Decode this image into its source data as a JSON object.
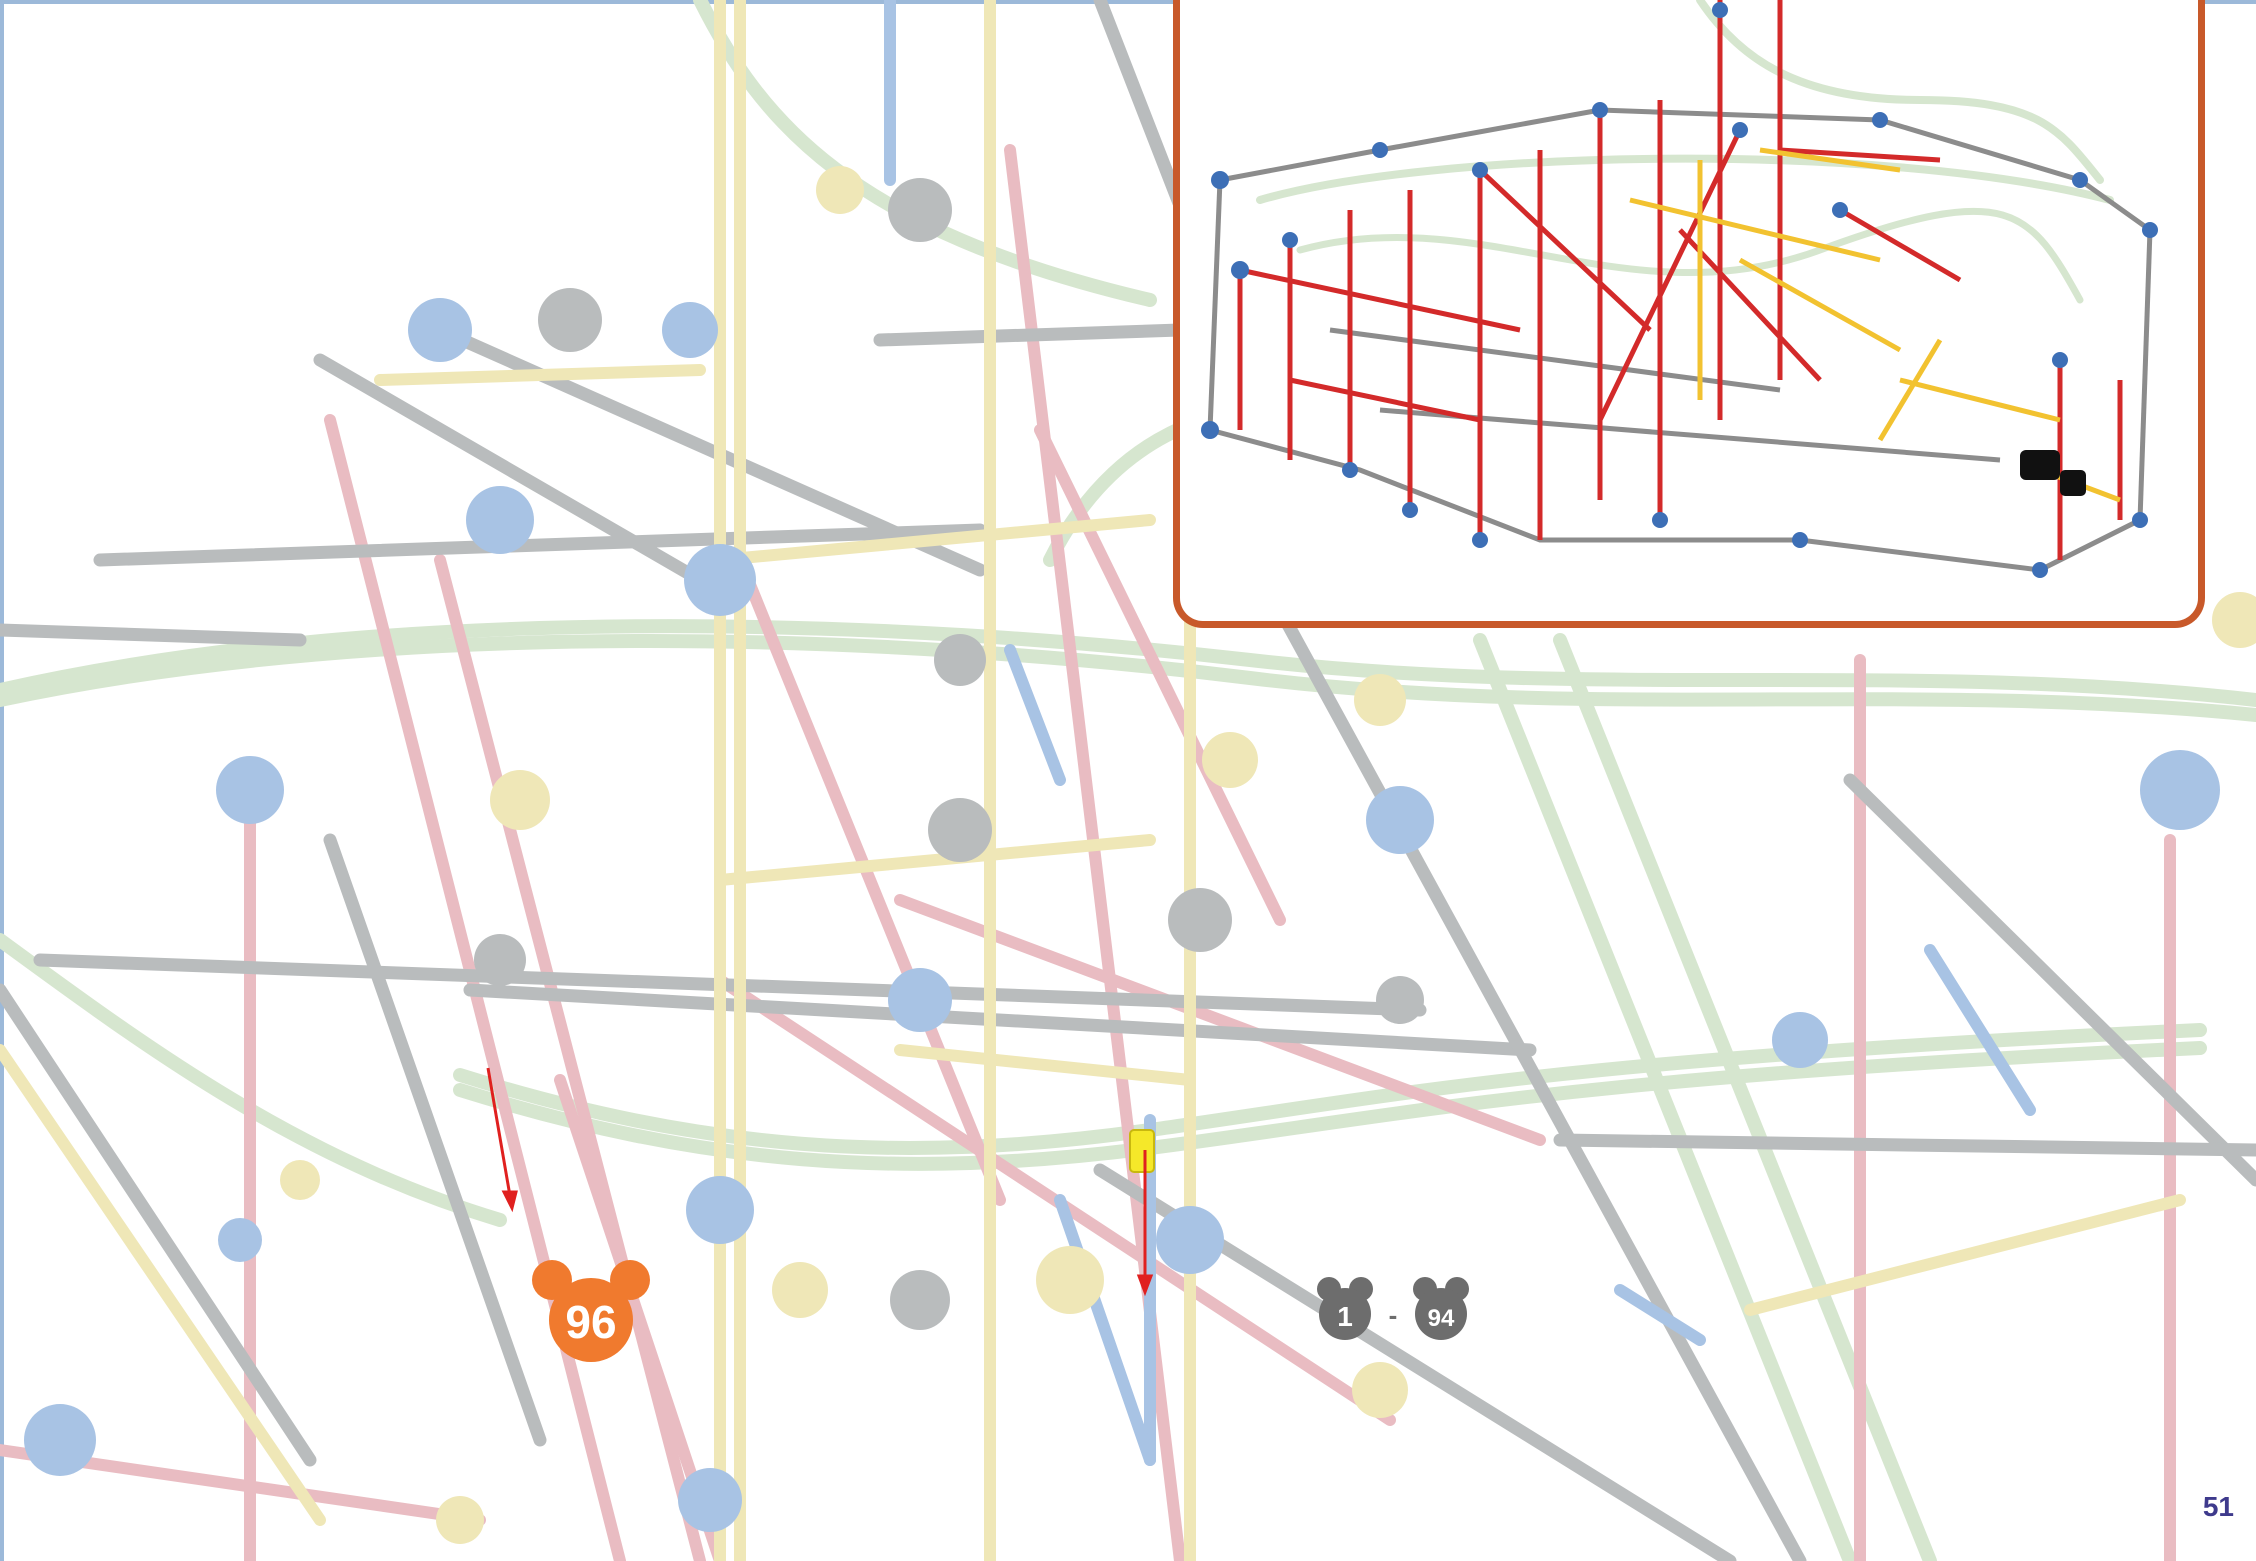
{
  "page": {
    "page_number": "51",
    "frame_color": "#9cb9d9"
  },
  "step": {
    "number": "96",
    "color": "#f07a2e"
  },
  "reference": {
    "range_start": "1",
    "range_end": "94",
    "separator": "-",
    "color": "#6d6d6d"
  },
  "inset": {
    "border_color": "#c8592a"
  },
  "model_colors": {
    "rod_red": "#d32a2a",
    "rod_yellow": "#f2c230",
    "rod_grey": "#8c8c8c",
    "connector_blue": "#3d6fb6",
    "ghost_pink": "#e9bcc2",
    "ghost_blue": "#a8c3e4",
    "ghost_grey": "#b9bcbd",
    "ghost_yellow": "#efe7b7",
    "ghost_green": "#d6e6cf",
    "arrow_red": "#e0201f",
    "new_part_yellow": "#f5e829"
  },
  "icons": [
    "mouse-ears-step-badge-icon",
    "mouse-ears-reference-badge-icon"
  ]
}
